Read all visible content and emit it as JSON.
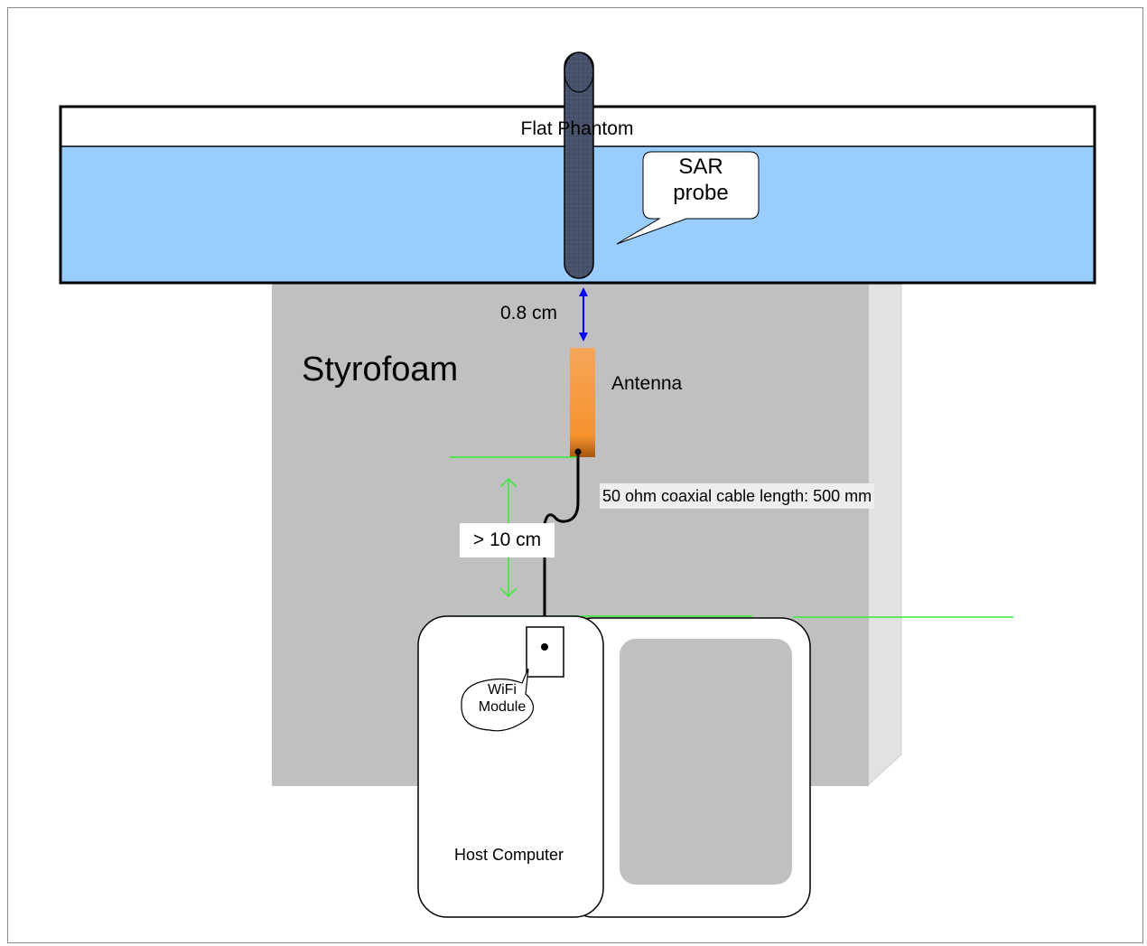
{
  "labels": {
    "phantom": "Flat Phantom",
    "sar_probe_line1": "SAR",
    "sar_probe_line2": "probe",
    "styrofoam": "Styrofoam",
    "distance": "0.8 cm",
    "antenna": "Antenna",
    "cable": "50 ohm coaxial cable length: 500 mm",
    "separation": "> 10 cm",
    "wifi_line1": "WiFi",
    "wifi_line2": "Module",
    "host": "Host Computer"
  },
  "colors": {
    "liquid": "#99ccff",
    "styrofoam": "#c0c0c0",
    "styrofoam_side": "#e2e2e2",
    "antenna": "#f7922e",
    "distance_arrow": "#0000ff",
    "guide_lines": "#33ee33",
    "probe": "#4a5570"
  }
}
